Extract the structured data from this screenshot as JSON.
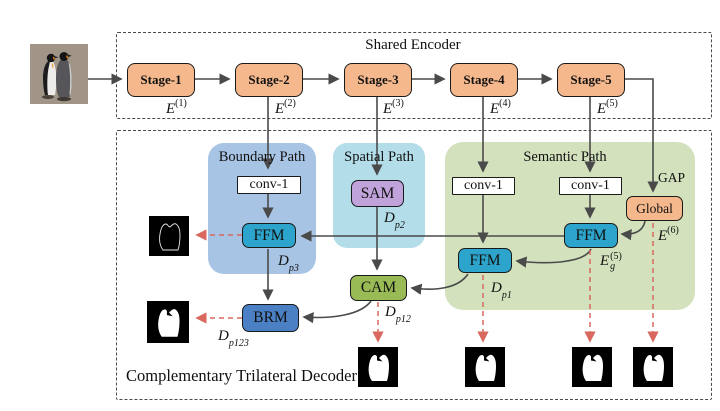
{
  "figure": {
    "encoder_title": "Shared Encoder",
    "decoder_title": "Complementary Trilateral Decoder",
    "gap_label": "GAP"
  },
  "encoder": {
    "stages": [
      {
        "label": "Stage-1",
        "out": {
          "base": "E",
          "sup": "(1)"
        }
      },
      {
        "label": "Stage-2",
        "out": {
          "base": "E",
          "sup": "(2)"
        }
      },
      {
        "label": "Stage-3",
        "out": {
          "base": "E",
          "sup": "(3)"
        }
      },
      {
        "label": "Stage-4",
        "out": {
          "base": "E",
          "sup": "(4)"
        }
      },
      {
        "label": "Stage-5",
        "out": {
          "base": "E",
          "sup": "(5)"
        }
      }
    ]
  },
  "paths": {
    "boundary": "Boundary Path",
    "spatial": "Spatial Path",
    "semantic": "Semantic Path"
  },
  "blocks": {
    "conv_boundary": "conv-1",
    "conv_semantic_left": "conv-1",
    "conv_semantic_right": "conv-1",
    "sam": "SAM",
    "cam": "CAM",
    "brm": "BRM",
    "ffm_boundary": "FFM",
    "ffm_semantic_left": "FFM",
    "ffm_semantic_right": "FFM",
    "global": "Global"
  },
  "outputs": {
    "dp1": {
      "base": "D",
      "sub": "p1"
    },
    "dp2": {
      "base": "D",
      "sub": "p2"
    },
    "dp3": {
      "base": "D",
      "sub": "p3"
    },
    "dp12": {
      "base": "D",
      "sub": "p12"
    },
    "dp123": {
      "base": "D",
      "sub": "p123"
    },
    "e6": {
      "base": "E",
      "sup": "(6)"
    },
    "eg5": {
      "base": "E",
      "sub": "g",
      "sup": "(5)"
    }
  },
  "colors": {
    "stage_fill": "#f4b88c",
    "global_fill": "#f4b88c",
    "panel_boundary": "#a8c4e4",
    "panel_spatial": "#b2dde9",
    "panel_semantic": "#d3e2bd",
    "ffm_fill": "#2da4cb",
    "sam_fill": "#bfa3da",
    "cam_fill": "#98bb56",
    "brm_fill": "#4c80c5",
    "arrow": "#4a4a4a",
    "supervision_arrow": "#d9685e",
    "box_border": "#1a1a1a",
    "dash_border": "#4a4a4a"
  }
}
